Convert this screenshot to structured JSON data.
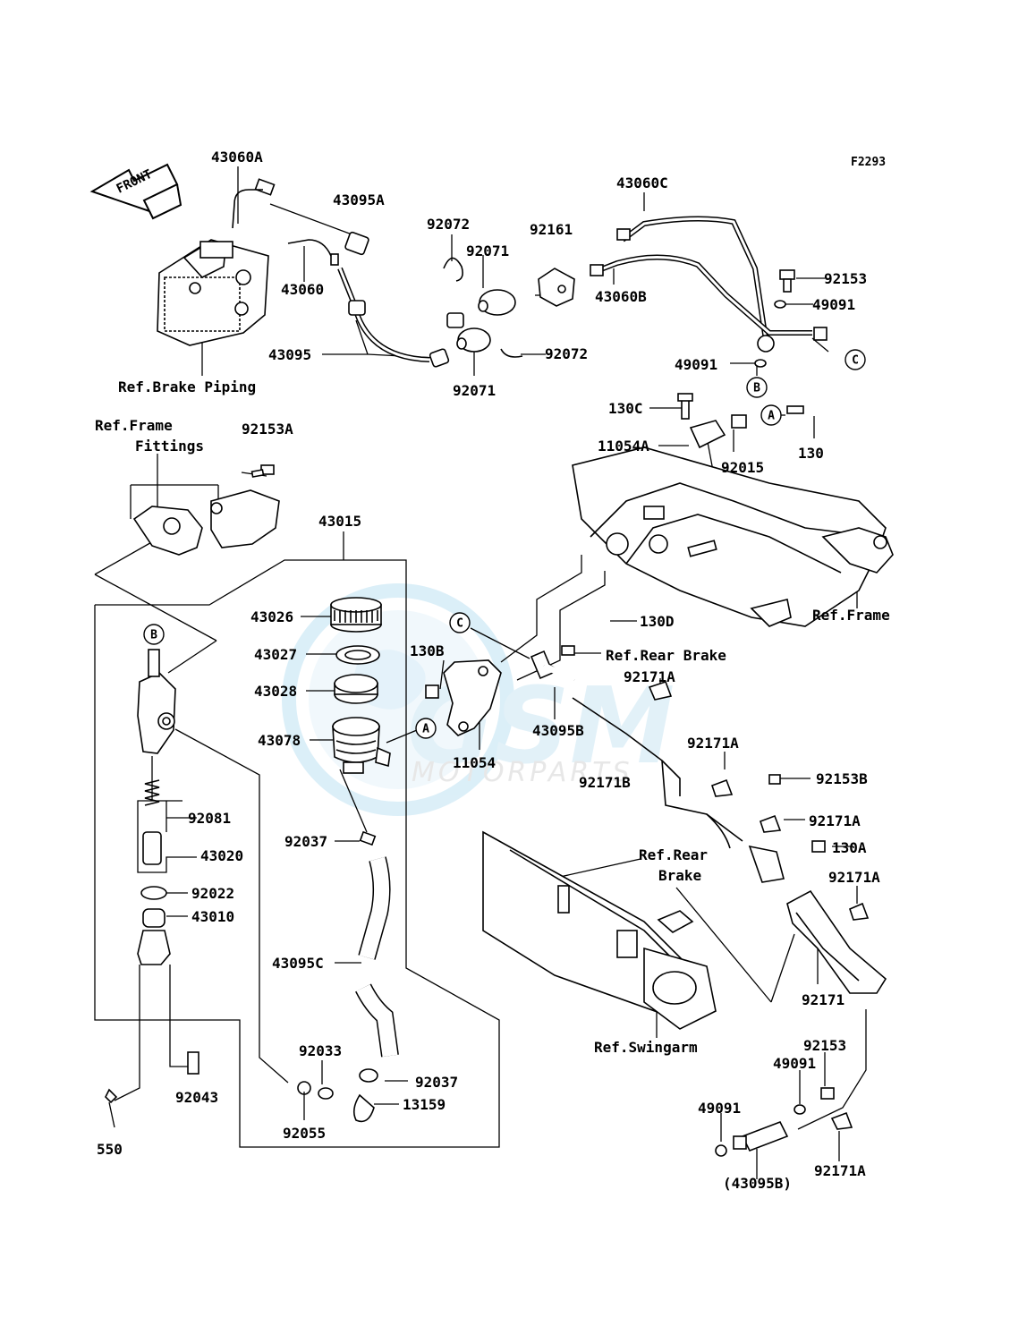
{
  "figure_code": "F2293",
  "front_label": "FRONT",
  "watermark": {
    "main": "GSM",
    "sub": "MOTORPARTS"
  },
  "callout_circles": [
    "A",
    "A",
    "B",
    "B",
    "C",
    "C"
  ],
  "labels": [
    "43060A",
    "43095A",
    "92072",
    "92161",
    "43060C",
    "43060",
    "92071",
    "43060B",
    "92153",
    "49091",
    "43095",
    "92072",
    "92071",
    "49091",
    "Ref.Brake Piping",
    "130C",
    "130",
    "11054A",
    "92015",
    "Ref.Frame",
    "Fittings",
    "92153A",
    "43015",
    "43026",
    "43027",
    "43028",
    "43078",
    "130B",
    "130D",
    "Ref.Rear Brake",
    "92171A",
    "43095B",
    "11054",
    "Ref.Frame",
    "92171A",
    "92171B",
    "92153B",
    "92171A",
    "92081",
    "43020",
    "92037",
    "130A",
    "Ref.Rear",
    "Brake",
    "92171A",
    "92022",
    "43010",
    "43095C",
    "92171",
    "Ref.Swingarm",
    "92033",
    "92037",
    "13159",
    "92043",
    "92153",
    "49091",
    "49091",
    "550",
    "92055",
    "(43095B)",
    "92171A"
  ]
}
